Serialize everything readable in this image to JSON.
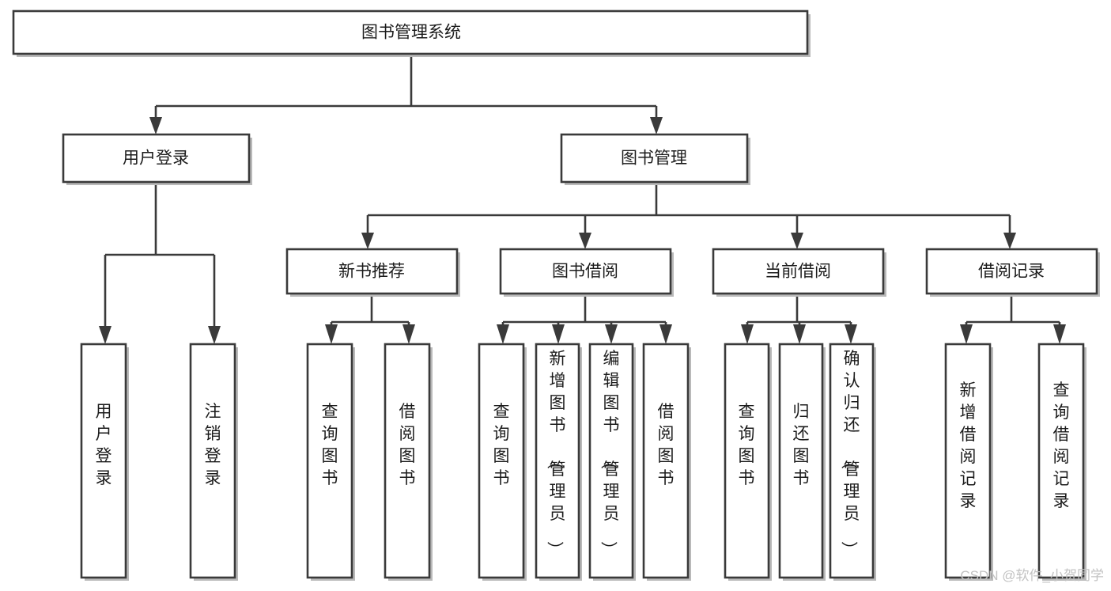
{
  "diagram": {
    "type": "hierarchy-tree",
    "title": "图书管理系统",
    "orientation": "top-down",
    "levels": 4,
    "nodes": {
      "root": {
        "label": "图书管理系统",
        "text_direction": "horizontal"
      },
      "level2": [
        {
          "id": "user-login",
          "label": "用户登录",
          "text_direction": "horizontal"
        },
        {
          "id": "book-manage",
          "label": "图书管理",
          "text_direction": "horizontal"
        }
      ],
      "level3": [
        {
          "id": "new-book-rec",
          "label": "新书推荐",
          "text_direction": "horizontal"
        },
        {
          "id": "book-borrow",
          "label": "图书借阅",
          "text_direction": "horizontal"
        },
        {
          "id": "current-borrow",
          "label": "当前借阅",
          "text_direction": "horizontal"
        },
        {
          "id": "borrow-record",
          "label": "借阅记录",
          "text_direction": "horizontal"
        }
      ],
      "leaves": {
        "user-login": [
          {
            "id": "leaf-user-login",
            "label": "用户登录",
            "text_direction": "vertical"
          },
          {
            "id": "leaf-logout",
            "label": "注销登录",
            "text_direction": "vertical"
          }
        ],
        "new-book-rec": [
          {
            "id": "leaf-query-book-1",
            "label": "查询图书",
            "text_direction": "vertical"
          },
          {
            "id": "leaf-borrow-book-1",
            "label": "借阅图书",
            "text_direction": "vertical"
          }
        ],
        "book-borrow": [
          {
            "id": "leaf-query-book-2",
            "label": "查询图书",
            "text_direction": "vertical"
          },
          {
            "id": "leaf-add-book",
            "label": "新增图书（管理员）",
            "text_direction": "vertical"
          },
          {
            "id": "leaf-edit-book",
            "label": "编辑图书（管理员）",
            "text_direction": "vertical"
          },
          {
            "id": "leaf-borrow-book-2",
            "label": "借阅图书",
            "text_direction": "vertical"
          }
        ],
        "current-borrow": [
          {
            "id": "leaf-query-book-3",
            "label": "查询图书",
            "text_direction": "vertical"
          },
          {
            "id": "leaf-return-book",
            "label": "归还图书",
            "text_direction": "vertical"
          },
          {
            "id": "leaf-confirm-return",
            "label": "确认归还（管理员）",
            "text_direction": "vertical"
          }
        ],
        "borrow-record": [
          {
            "id": "leaf-add-record",
            "label": "新增借阅记录",
            "text_direction": "vertical"
          },
          {
            "id": "leaf-query-record",
            "label": "查询借阅记录",
            "text_direction": "vertical"
          }
        ]
      }
    },
    "colors": {
      "box_fill": "#ffffff",
      "box_stroke": "#3a3a3a",
      "text": "#1b1b1b",
      "background": "#ffffff",
      "watermark": "#c2c2c2"
    }
  },
  "watermark": {
    "text": "CSDN @软件_小贺同学"
  }
}
